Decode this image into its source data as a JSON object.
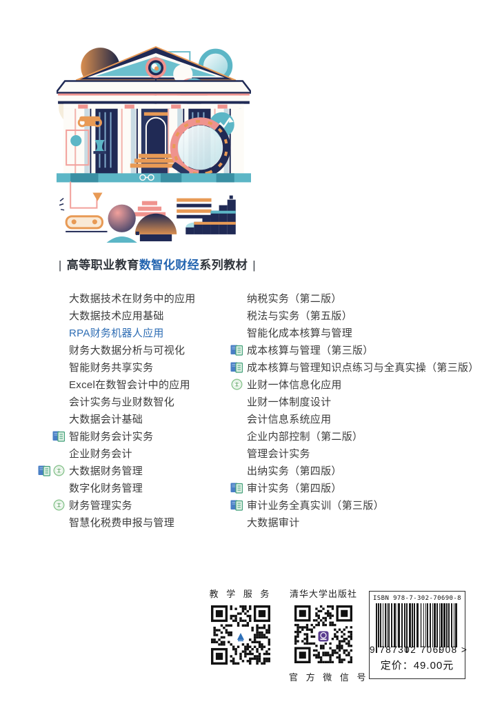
{
  "series_banner": {
    "left_bar": "|",
    "prefix": "高等职业教育",
    "highlight": "数智化财经",
    "suffix": "系列教材",
    "right_bar": "|",
    "highlight_color": "#2465b0"
  },
  "book_list": {
    "left": [
      {
        "title": "大数据技术在财务中的应用"
      },
      {
        "title": "大数据技术应用基础"
      },
      {
        "title": "RPA财务机器人应用",
        "current": true
      },
      {
        "title": "财务大数据分析与可视化"
      },
      {
        "title": "智能财务共享实务"
      },
      {
        "title": "Excel在数智会计中的应用"
      },
      {
        "title": "会计实务与业财数智化"
      },
      {
        "title": "大数据会计基础"
      },
      {
        "title": "智能财务会计实务",
        "icons": [
          "book"
        ]
      },
      {
        "title": "企业财务会计"
      },
      {
        "title": "大数据财务管理",
        "icons": [
          "book",
          "badge"
        ]
      },
      {
        "title": "数字化财务管理"
      },
      {
        "title": "财务管理实务",
        "icons": [
          "badge"
        ]
      },
      {
        "title": "智慧化税费申报与管理"
      }
    ],
    "right": [
      {
        "title": "纳税实务（第二版）"
      },
      {
        "title": "税法与实务（第五版）"
      },
      {
        "title": "智能化成本核算与管理"
      },
      {
        "title": "成本核算与管理（第三版）",
        "icons": [
          "book"
        ]
      },
      {
        "title": "成本核算与管理知识点练习与全真实操（第三版）",
        "icons": [
          "book"
        ]
      },
      {
        "title": "业财一体信息化应用",
        "icons": [
          "badge"
        ]
      },
      {
        "title": "业财一体制度设计"
      },
      {
        "title": "会计信息系统应用"
      },
      {
        "title": "企业内部控制（第二版）"
      },
      {
        "title": "管理会计实务"
      },
      {
        "title": "出纳实务（第四版）"
      },
      {
        "title": "审计实务（第四版）",
        "icons": [
          "book"
        ]
      },
      {
        "title": "审计业务全真实训（第三版）",
        "icons": [
          "book"
        ]
      },
      {
        "title": "大数据审计"
      }
    ]
  },
  "icons": {
    "book": "textbook-resource-icon",
    "badge": "green-seal-icon"
  },
  "footer": {
    "teaching_service_label": "教 学 服 务",
    "publisher_label": "清华大学出版社",
    "wechat_label": "官 方 微 信 号",
    "barcode": {
      "isbn": "ISBN 978-7-302-70690-8",
      "digits": "9 787302 706908 >",
      "price": "定价：49.00元"
    }
  },
  "colors": {
    "highlight_blue": "#2e6db4",
    "illustration_navy": "#202a55",
    "illustration_teal": "#5cb6c6",
    "illustration_coral": "#ef938e",
    "illustration_orange": "#e89a55"
  }
}
